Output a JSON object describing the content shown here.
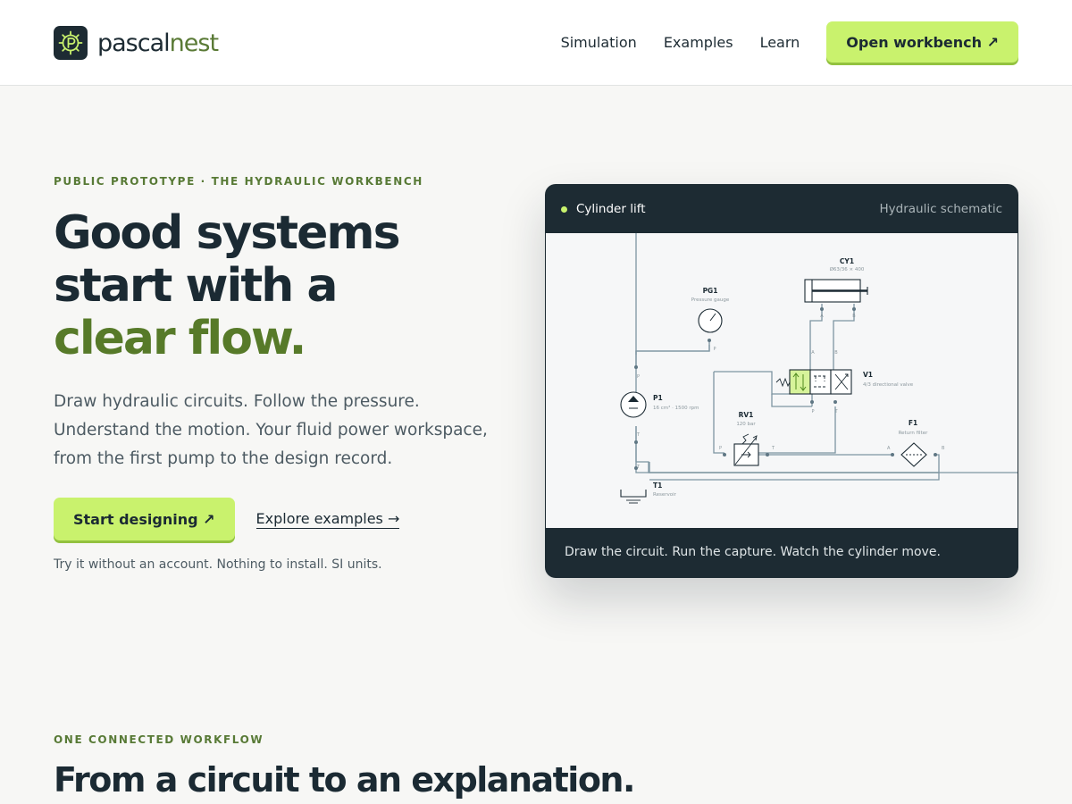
{
  "brand": {
    "name_a": "pascal",
    "name_b": "nest"
  },
  "nav": {
    "links": [
      "Simulation",
      "Examples",
      "Learn"
    ],
    "cta": "Open workbench ↗"
  },
  "hero": {
    "eyebrow": "PUBLIC PROTOTYPE · THE HYDRAULIC WORKBENCH",
    "title_line1": "Good systems",
    "title_line2": "start with a",
    "title_accent": "clear flow.",
    "description": "Draw hydraulic circuits. Follow the pressure. Understand the motion. Your fluid power workspace, from the first pump to the design record.",
    "primary_cta": "Start designing ↗",
    "secondary_cta": "Explore examples →",
    "note": "Try it without an account. Nothing to install. SI units."
  },
  "schematic_card": {
    "title": "Cylinder lift",
    "kind": "Hydraulic schematic",
    "caption": "Draw the circuit. Run the capture. Watch the cylinder move.",
    "components": {
      "cy1": {
        "tag": "CY1",
        "spec": "Ø63/36 × 400",
        "port_a": "A",
        "port_b": "B"
      },
      "pg1": {
        "tag": "PG1",
        "spec": "Pressure gauge",
        "port": "P"
      },
      "v1": {
        "tag": "V1",
        "spec": "4/3 directional valve",
        "port_a": "A",
        "port_b": "B",
        "port_p": "P",
        "port_t": "T"
      },
      "p1": {
        "tag": "P1",
        "spec": "16 cm³ · 1500 rpm",
        "port_p": "P",
        "port_t": "T"
      },
      "rv1": {
        "tag": "RV1",
        "spec": "120 bar",
        "port_p": "P",
        "port_t": "T"
      },
      "f1": {
        "tag": "F1",
        "spec": "Return filter",
        "port_a": "A",
        "port_b": "B"
      },
      "t1": {
        "tag": "T1",
        "spec": "Reservoir",
        "port": "T"
      }
    }
  },
  "section2": {
    "eyebrow": "ONE CONNECTED WORKFLOW",
    "title": "From a circuit to an explanation."
  },
  "colors": {
    "ink": "#1b2a33",
    "accent_lime": "#c9f26d",
    "accent_green": "#577a29",
    "line": "#7d95a1"
  }
}
